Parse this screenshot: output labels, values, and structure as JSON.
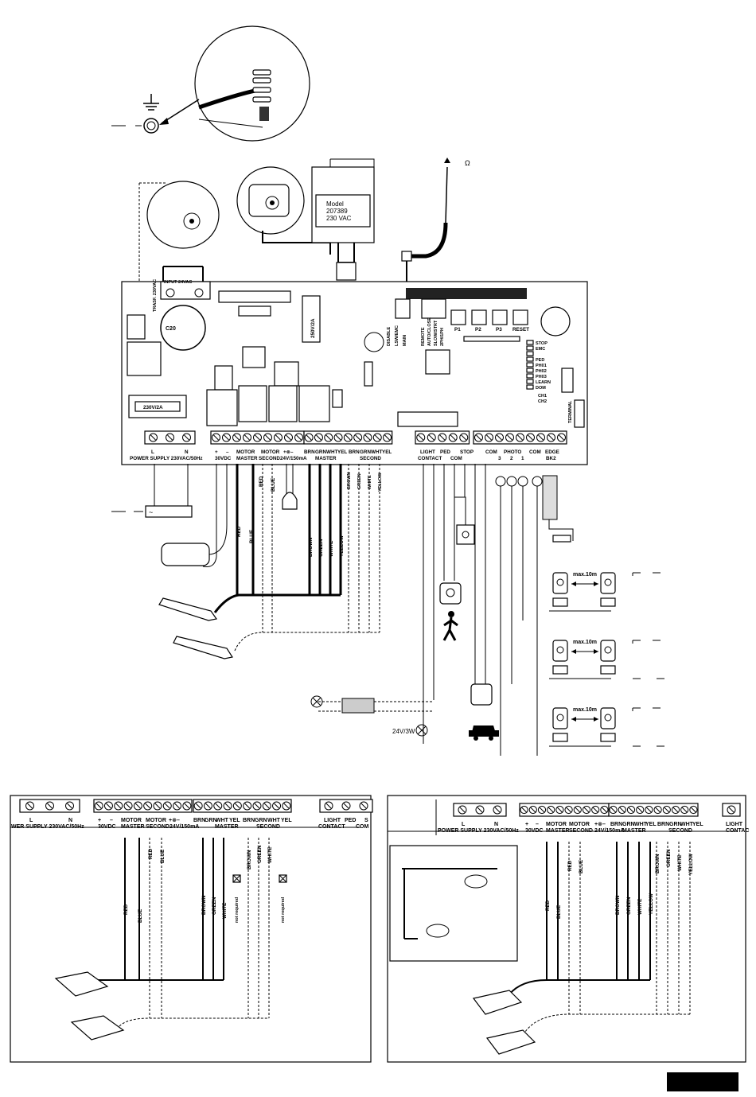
{
  "main_board": {
    "labels": {
      "input_24vac": "INPUT 24VAC",
      "trasf_230vac": "TRASF. 230VAC",
      "c20": "C20",
      "fuse_230v": "230V/2A",
      "fuse_250v": "250V/2A",
      "p1": "P1",
      "p2": "P2",
      "p3": "P3",
      "reset": "RESET",
      "led_labels": [
        "STOP",
        "EMC",
        "",
        "PED",
        "PH01",
        "PH02",
        "PH03",
        "LEARN",
        "DOM"
      ],
      "ch1": "CH1",
      "ch2": "CH2",
      "terminal": "TERMINAL",
      "dip_a": [
        "DISABLE",
        "LSW/EMC",
        "MAIN"
      ],
      "dip_b": [
        "REMOTE",
        "AUTO/CLOSE",
        "SLOW/STRT",
        "2PH/1PH"
      ]
    },
    "power_supply": {
      "pins": [
        "L",
        "N"
      ],
      "caption": "POWER SUPPLY  230VAC/50Hz"
    },
    "motor_block": {
      "row1": [
        "+",
        "–",
        "MOTOR",
        "MOTOR",
        "+⊗–",
        "BRN",
        "GRN",
        "WHT",
        "YEL",
        "BRN",
        "GRN",
        "WHT",
        "YEL"
      ],
      "row2": [
        "30VDC",
        "MASTER",
        "SECOND",
        "24V/150mA",
        "MASTER",
        "SECOND"
      ]
    },
    "input_block": {
      "row1": [
        "LIGHT",
        "PED",
        "STOP",
        "COM",
        "PHOTO",
        "COM",
        "EDGE"
      ],
      "row2": [
        "CONTACT",
        "COM",
        "3",
        "2",
        "1",
        "BK2"
      ]
    }
  },
  "wiring": {
    "motor_wires": [
      "RED",
      "BLUE",
      "RED",
      "BLUE"
    ],
    "encoder_master": [
      "BROWN",
      "GREEN",
      "WHITE",
      "YELLOW"
    ],
    "encoder_second": [
      "BROWN",
      "GREEN",
      "WHITE",
      "YELLOW"
    ],
    "lamp_label": "24V/3W",
    "photocell_distance": [
      "max.10m",
      "max.10m",
      "max.10m"
    ],
    "antenna_symbol": "Ω",
    "lock_module": [
      "Model",
      "207389",
      "230 VAC"
    ]
  },
  "panel_left": {
    "header_row1": [
      "L",
      "N",
      "+",
      "–",
      "MOTOR",
      "MOTOR",
      "+⊗–",
      "BRN",
      "GRN",
      "WHT",
      "YEL",
      "BRN",
      "GRN",
      "WHT",
      "YEL",
      "LIGHT",
      "PED",
      "S"
    ],
    "header_row2": [
      "WER SUPPLY  230VAC/50Hz",
      "30VDC",
      "MASTER",
      "SECOND",
      "24V/150mA",
      "MASTER",
      "SECOND",
      "CONTACT",
      "COM"
    ],
    "wire_labels": [
      "RED",
      "BLUE",
      "RED",
      "BLUE",
      "BROWN",
      "GREEN",
      "WHITE",
      "BROWN",
      "GREEN",
      "WHITE"
    ],
    "not_required": [
      "not required",
      "not required"
    ]
  },
  "panel_right": {
    "header_row1": [
      "L",
      "N",
      "+",
      "–",
      "MOTOR",
      "MOTOR",
      "+⊗–",
      "BRN",
      "GRN",
      "WHT",
      "YEL",
      "BRN",
      "GRN",
      "WHT",
      "YEL",
      "LIGHT"
    ],
    "header_row2": [
      "POWER SUPPLY  230VAC/50Hz",
      "30VDC",
      "MASTER",
      "SECOND",
      "24V/150mA",
      "MASTER",
      "SECOND",
      "CONTAC"
    ],
    "wire_labels": [
      "RED",
      "BLUE",
      "RED",
      "BLUE",
      "BROWN",
      "GREEN",
      "WHITE",
      "YELLOW",
      "BROWN",
      "GREEN",
      "WHITE",
      "YELLOW"
    ]
  }
}
